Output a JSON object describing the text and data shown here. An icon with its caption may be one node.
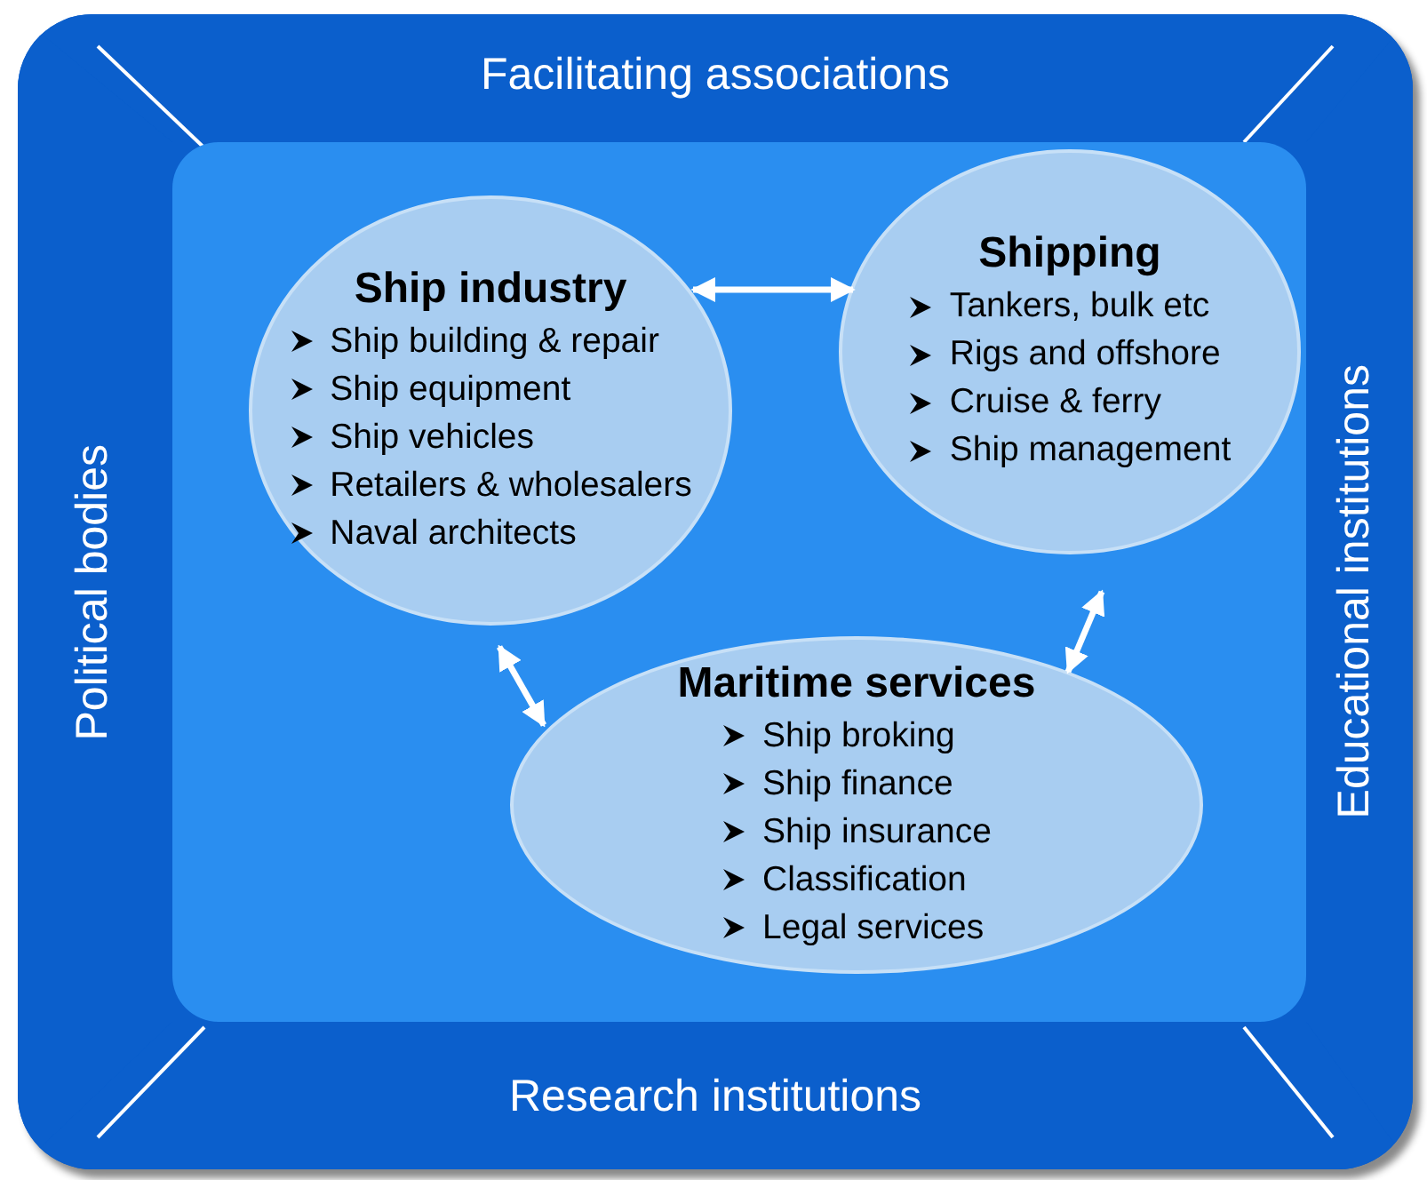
{
  "diagram": {
    "nodes": [
      {
        "text": [
          "Facilitating associations"
        ]
      },
      {
        "text": [
          "Political bodies"
        ]
      },
      {
        "text": [
          "Educational institutions"
        ]
      },
      {
        "text": [
          "Research institutions"
        ]
      },
      {
        "text": [],
        "shape": "box"
      },
      {
        "text": [
          "Ship industry",
          "Ship building & repair",
          "Ship equipment",
          "Ship vehicles",
          "Retailers & wholesalers",
          "Naval architects"
        ],
        "in": 4
      },
      {
        "text": [
          "Shipping",
          "Tankers, bulk etc",
          "Rigs and offshore",
          "Cruise & ferry",
          "Ship management"
        ],
        "in": 4
      },
      {
        "text": [
          "Maritime services",
          "Ship broking",
          "Ship finance",
          "Ship insurance",
          "Classification",
          "Legal services"
        ],
        "in": 4
      }
    ],
    "edges": [
      {
        "from": 5,
        "to": 6,
        "arrow": "both"
      },
      {
        "from": 5,
        "to": 7,
        "arrow": "both"
      },
      {
        "from": 6,
        "to": 7,
        "arrow": "both"
      }
    ]
  }
}
